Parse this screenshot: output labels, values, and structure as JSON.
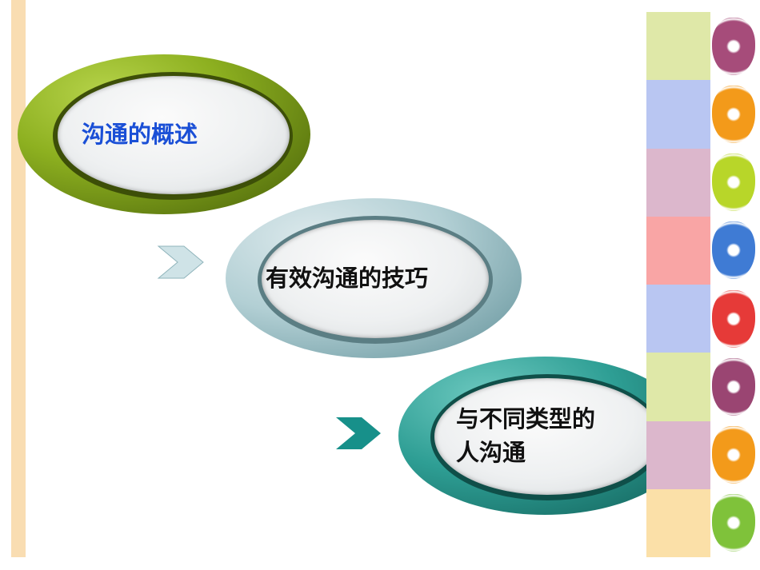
{
  "slide": {
    "items": [
      {
        "label": "沟通的概述",
        "color": "#1a4fd6"
      },
      {
        "label": "有效沟通的技巧",
        "color": "#111111"
      },
      {
        "label_line1": "与不同类型的",
        "label_line2": "人沟通",
        "color": "#111111"
      }
    ]
  },
  "decor": {
    "tile_colors": [
      "#dfe8a8",
      "#b9c6f2",
      "#dcb7cc",
      "#f9a5a5",
      "#b9c6f2",
      "#dfe8a8",
      "#dcb7cc",
      "#fbe0a8"
    ],
    "fruits": [
      "apple",
      "orange",
      "lime",
      "apple",
      "grapefruit",
      "apple",
      "orange",
      "lime"
    ],
    "fruit_colors": [
      "#a64c7a",
      "#f39a1a",
      "#b8d629",
      "#3f7bd4",
      "#e63a38",
      "#9a4572",
      "#f39a1a",
      "#7fc23a"
    ]
  }
}
